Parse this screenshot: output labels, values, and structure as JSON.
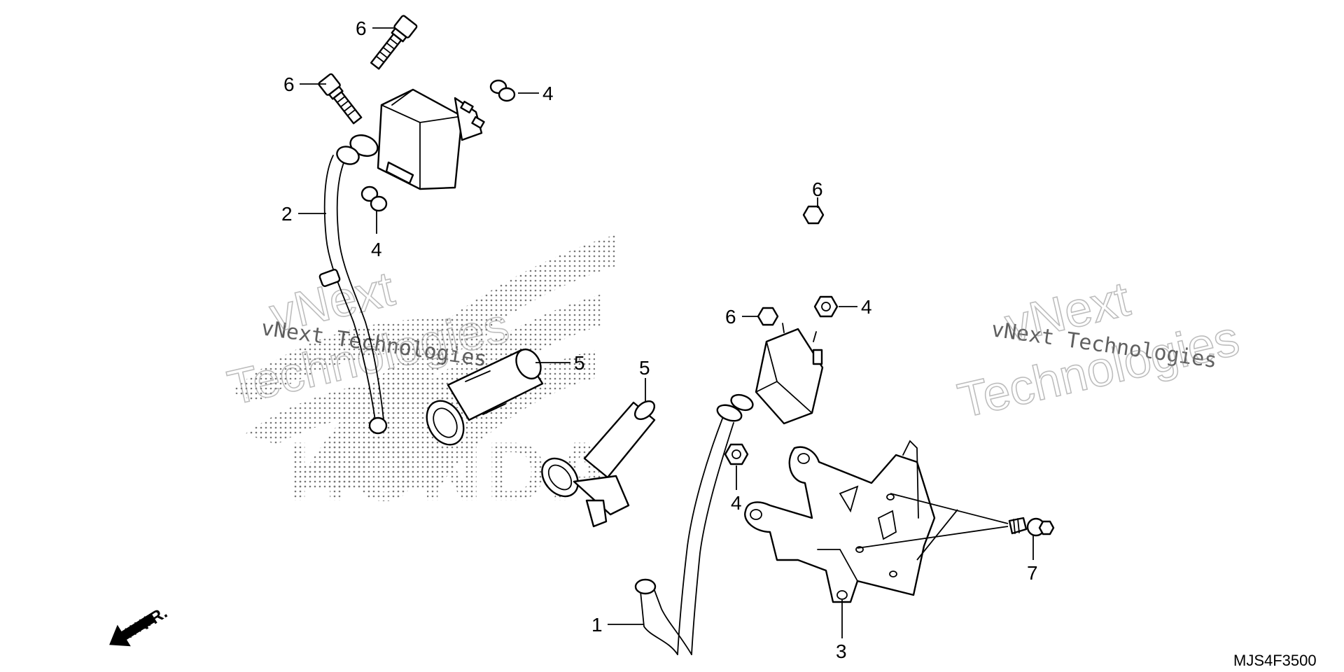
{
  "diagram": {
    "drawing_code": "MJS4F3500",
    "front_marker": "FR.",
    "callouts": [
      {
        "id": "c-6-top",
        "label": "6"
      },
      {
        "id": "c-6-left",
        "label": "6"
      },
      {
        "id": "c-4-top",
        "label": "4"
      },
      {
        "id": "c-4-left",
        "label": "4"
      },
      {
        "id": "c-2",
        "label": "2"
      },
      {
        "id": "c-5-left",
        "label": "5"
      },
      {
        "id": "c-5-mid",
        "label": "5"
      },
      {
        "id": "c-6-right-top",
        "label": "6"
      },
      {
        "id": "c-6-right",
        "label": "6"
      },
      {
        "id": "c-4-right",
        "label": "4"
      },
      {
        "id": "c-4-bottom",
        "label": "4"
      },
      {
        "id": "c-7",
        "label": "7"
      },
      {
        "id": "c-1",
        "label": "1"
      },
      {
        "id": "c-3",
        "label": "3"
      }
    ]
  },
  "watermarks": {
    "small_text": "vNext Technologies",
    "big_line1": "vNext",
    "big_line2": "Technologies",
    "brand": "HONDA"
  }
}
